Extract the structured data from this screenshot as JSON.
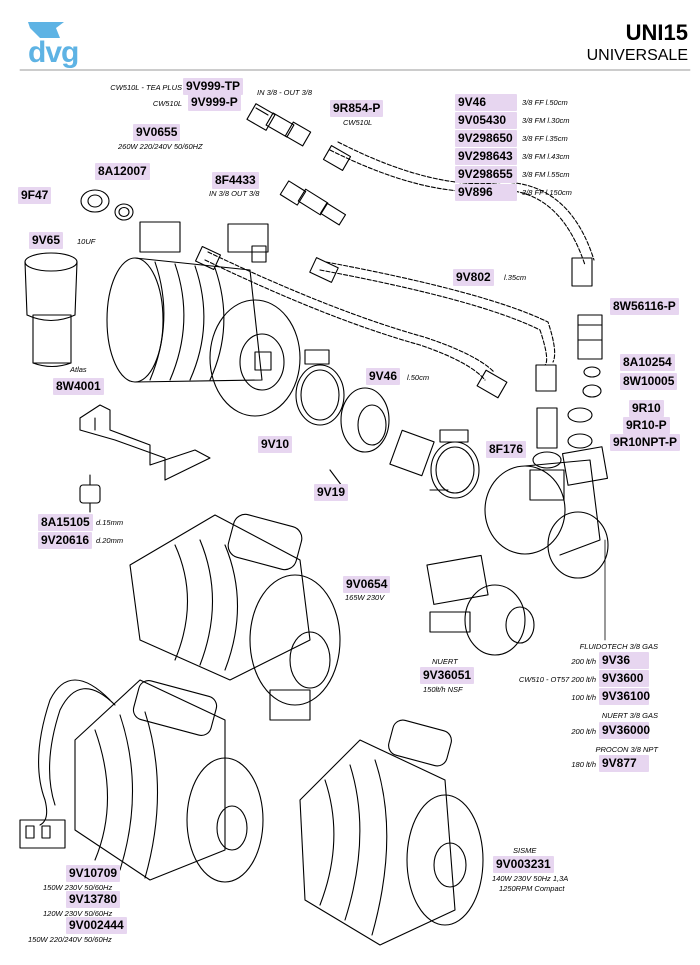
{
  "header": {
    "brand": "dvg",
    "title": "UNI15",
    "subtitle": "UNIVERSALE",
    "brand_color": "#5eb3e4",
    "tag_color": "#e7d6f0"
  },
  "labels": {
    "cw510l_tea_plus": "CW510L - TEA PLUS",
    "p9V999TP": "9V999-TP",
    "cw510l": "CW510L",
    "p9V999P": "9V999-P",
    "in_out": "IN 3/8 - OUT 3/8",
    "p9R854P": "9R854-P",
    "cw510l_b": "CW510L",
    "p9V0655": "9V0655",
    "v9V0655": "260W 220/240V 50/60HZ",
    "p8A12007": "8A12007",
    "p9F47": "9F47",
    "p8F4433": "8F4433",
    "in_out_b": "IN 3/8 OUT 3/8",
    "p9V65": "9V65",
    "v9V65": "10UF",
    "p9V802": "9V802",
    "v9V802": "l.35cm",
    "p8W56116P": "8W56116-P",
    "p8A10254": "8A10254",
    "p8W10005": "8W10005",
    "p9V46b": "9V46",
    "v9V46b": "l.50cm",
    "atlas": "Atlas",
    "p8W4001": "8W4001",
    "p9R10": "9R10",
    "p9R10P": "9R10-P",
    "p9R10NPTP": "9R10NPT-P",
    "p9V10": "9V10",
    "p8F176": "8F176",
    "p9V19": "9V19",
    "p8A15105": "8A15105",
    "v8A15105": "d.15mm",
    "p9V20616": "9V20616",
    "v9V20616": "d.20mm",
    "p9V0654": "9V0654",
    "v9V0654": "165W 230V",
    "nuert": "NUERT",
    "p9V36051": "9V36051",
    "v9V36051": "150lt/h NSF",
    "fluidotech": "FLUIDOTECH 3/8 GAS",
    "f200a": "200 lt/h",
    "p9V36": "9V36",
    "cw510ot57": "CW510 - OT57 200 lt/h",
    "p9V3600": "9V3600",
    "f100": "100 lt/h",
    "p9V36100": "9V36100",
    "nuert38": "NUERT 3/8 GAS",
    "f200b": "200 lt/h",
    "p9V36000": "9V36000",
    "procon": "PROCON 3/8 NPT",
    "f180": "180 lt/h",
    "p9V877": "9V877",
    "sisme": "SISME",
    "p9V003231": "9V003231",
    "v9V003231a": "140W 230V 50Hz 1,3A",
    "v9V003231b": "1250RPM Compact",
    "p9V10709": "9V10709",
    "v9V10709": "150W 230V 50/60Hz",
    "p9V13780": "9V13780",
    "v9V13780": "120W 230V 50/60Hz",
    "p9V002444": "9V002444",
    "v9V002444": "150W 220/240V 50/60Hz"
  },
  "hoses": [
    {
      "part": "9V46",
      "desc": "3/8 FF l.50cm"
    },
    {
      "part": "9V05430",
      "desc": "3/8 FM l.30cm"
    },
    {
      "part": "9V298650",
      "desc": "3/8 FF l.35cm"
    },
    {
      "part": "9V298643",
      "desc": "3/8 FM l.43cm"
    },
    {
      "part": "9V298655",
      "desc": "3/8 FM l.55cm"
    },
    {
      "part": "9V896",
      "desc": "3/8 FF l.150cm"
    }
  ]
}
